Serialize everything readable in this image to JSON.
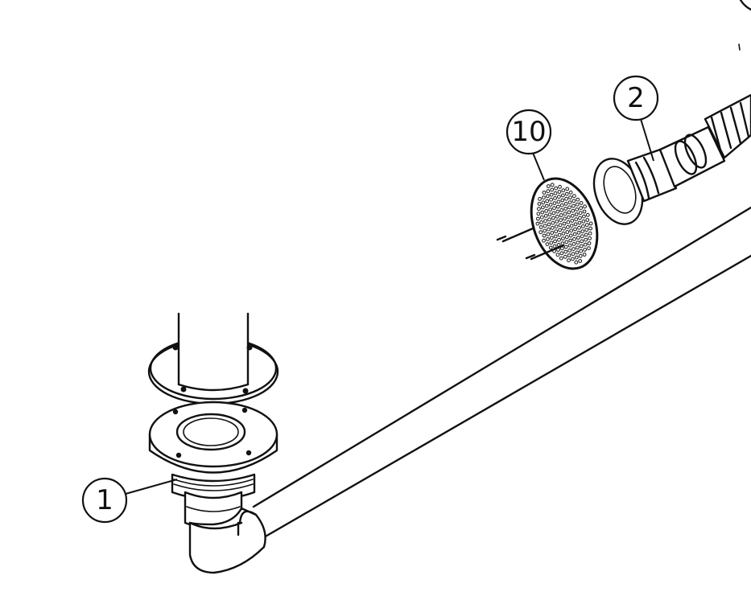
{
  "callouts": [
    {
      "id": "callout-1",
      "label": "1"
    },
    {
      "id": "callout-2",
      "label": "2"
    },
    {
      "id": "callout-10",
      "label": "10"
    }
  ],
  "colors": {
    "line": "#111111",
    "background": "#ffffff"
  }
}
